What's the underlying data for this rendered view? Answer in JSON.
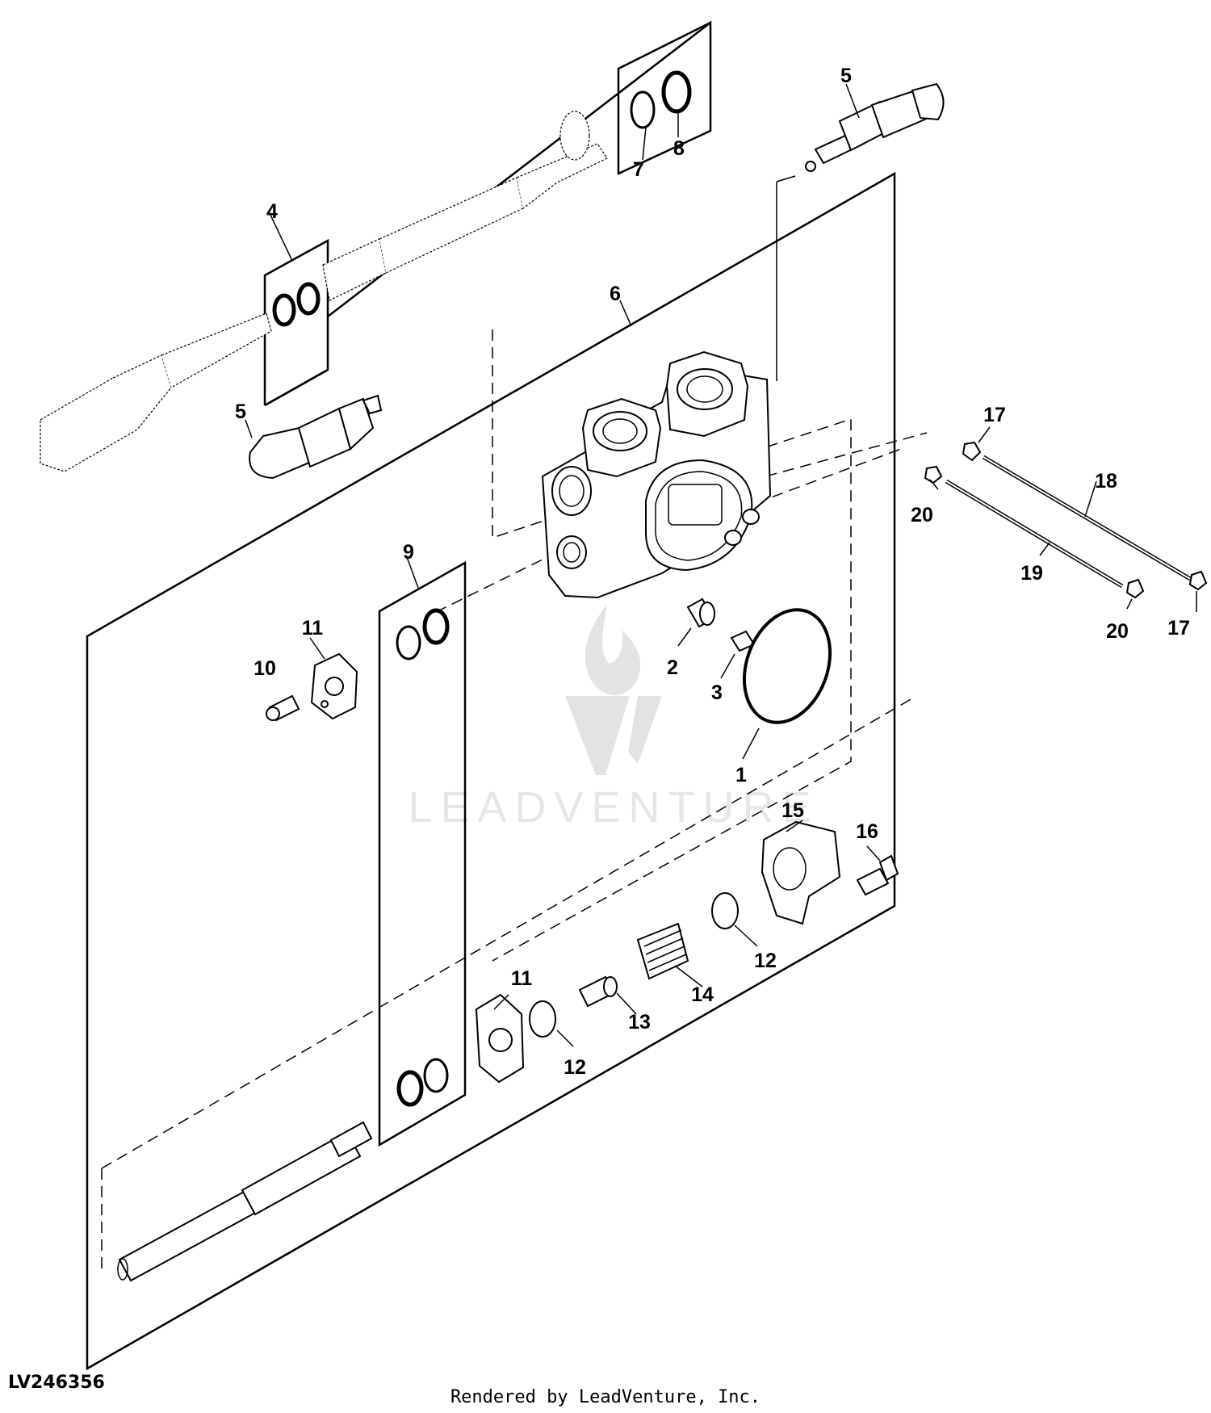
{
  "figure_id": "LV246356",
  "credit": "Rendered by LeadVenture, Inc.",
  "watermark": "LEADVENTURE",
  "callouts": {
    "c1": "1",
    "c2": "2",
    "c3": "3",
    "c4": "4",
    "c5a": "5",
    "c5b": "5",
    "c6": "6",
    "c7": "7",
    "c8": "8",
    "c9": "9",
    "c10": "10",
    "c11a": "11",
    "c11b": "11",
    "c12a": "12",
    "c12b": "12",
    "c13": "13",
    "c14": "14",
    "c15": "15",
    "c16": "16",
    "c17a": "17",
    "c17b": "17",
    "c18": "18",
    "c19": "19",
    "c20a": "20",
    "c20b": "20"
  }
}
